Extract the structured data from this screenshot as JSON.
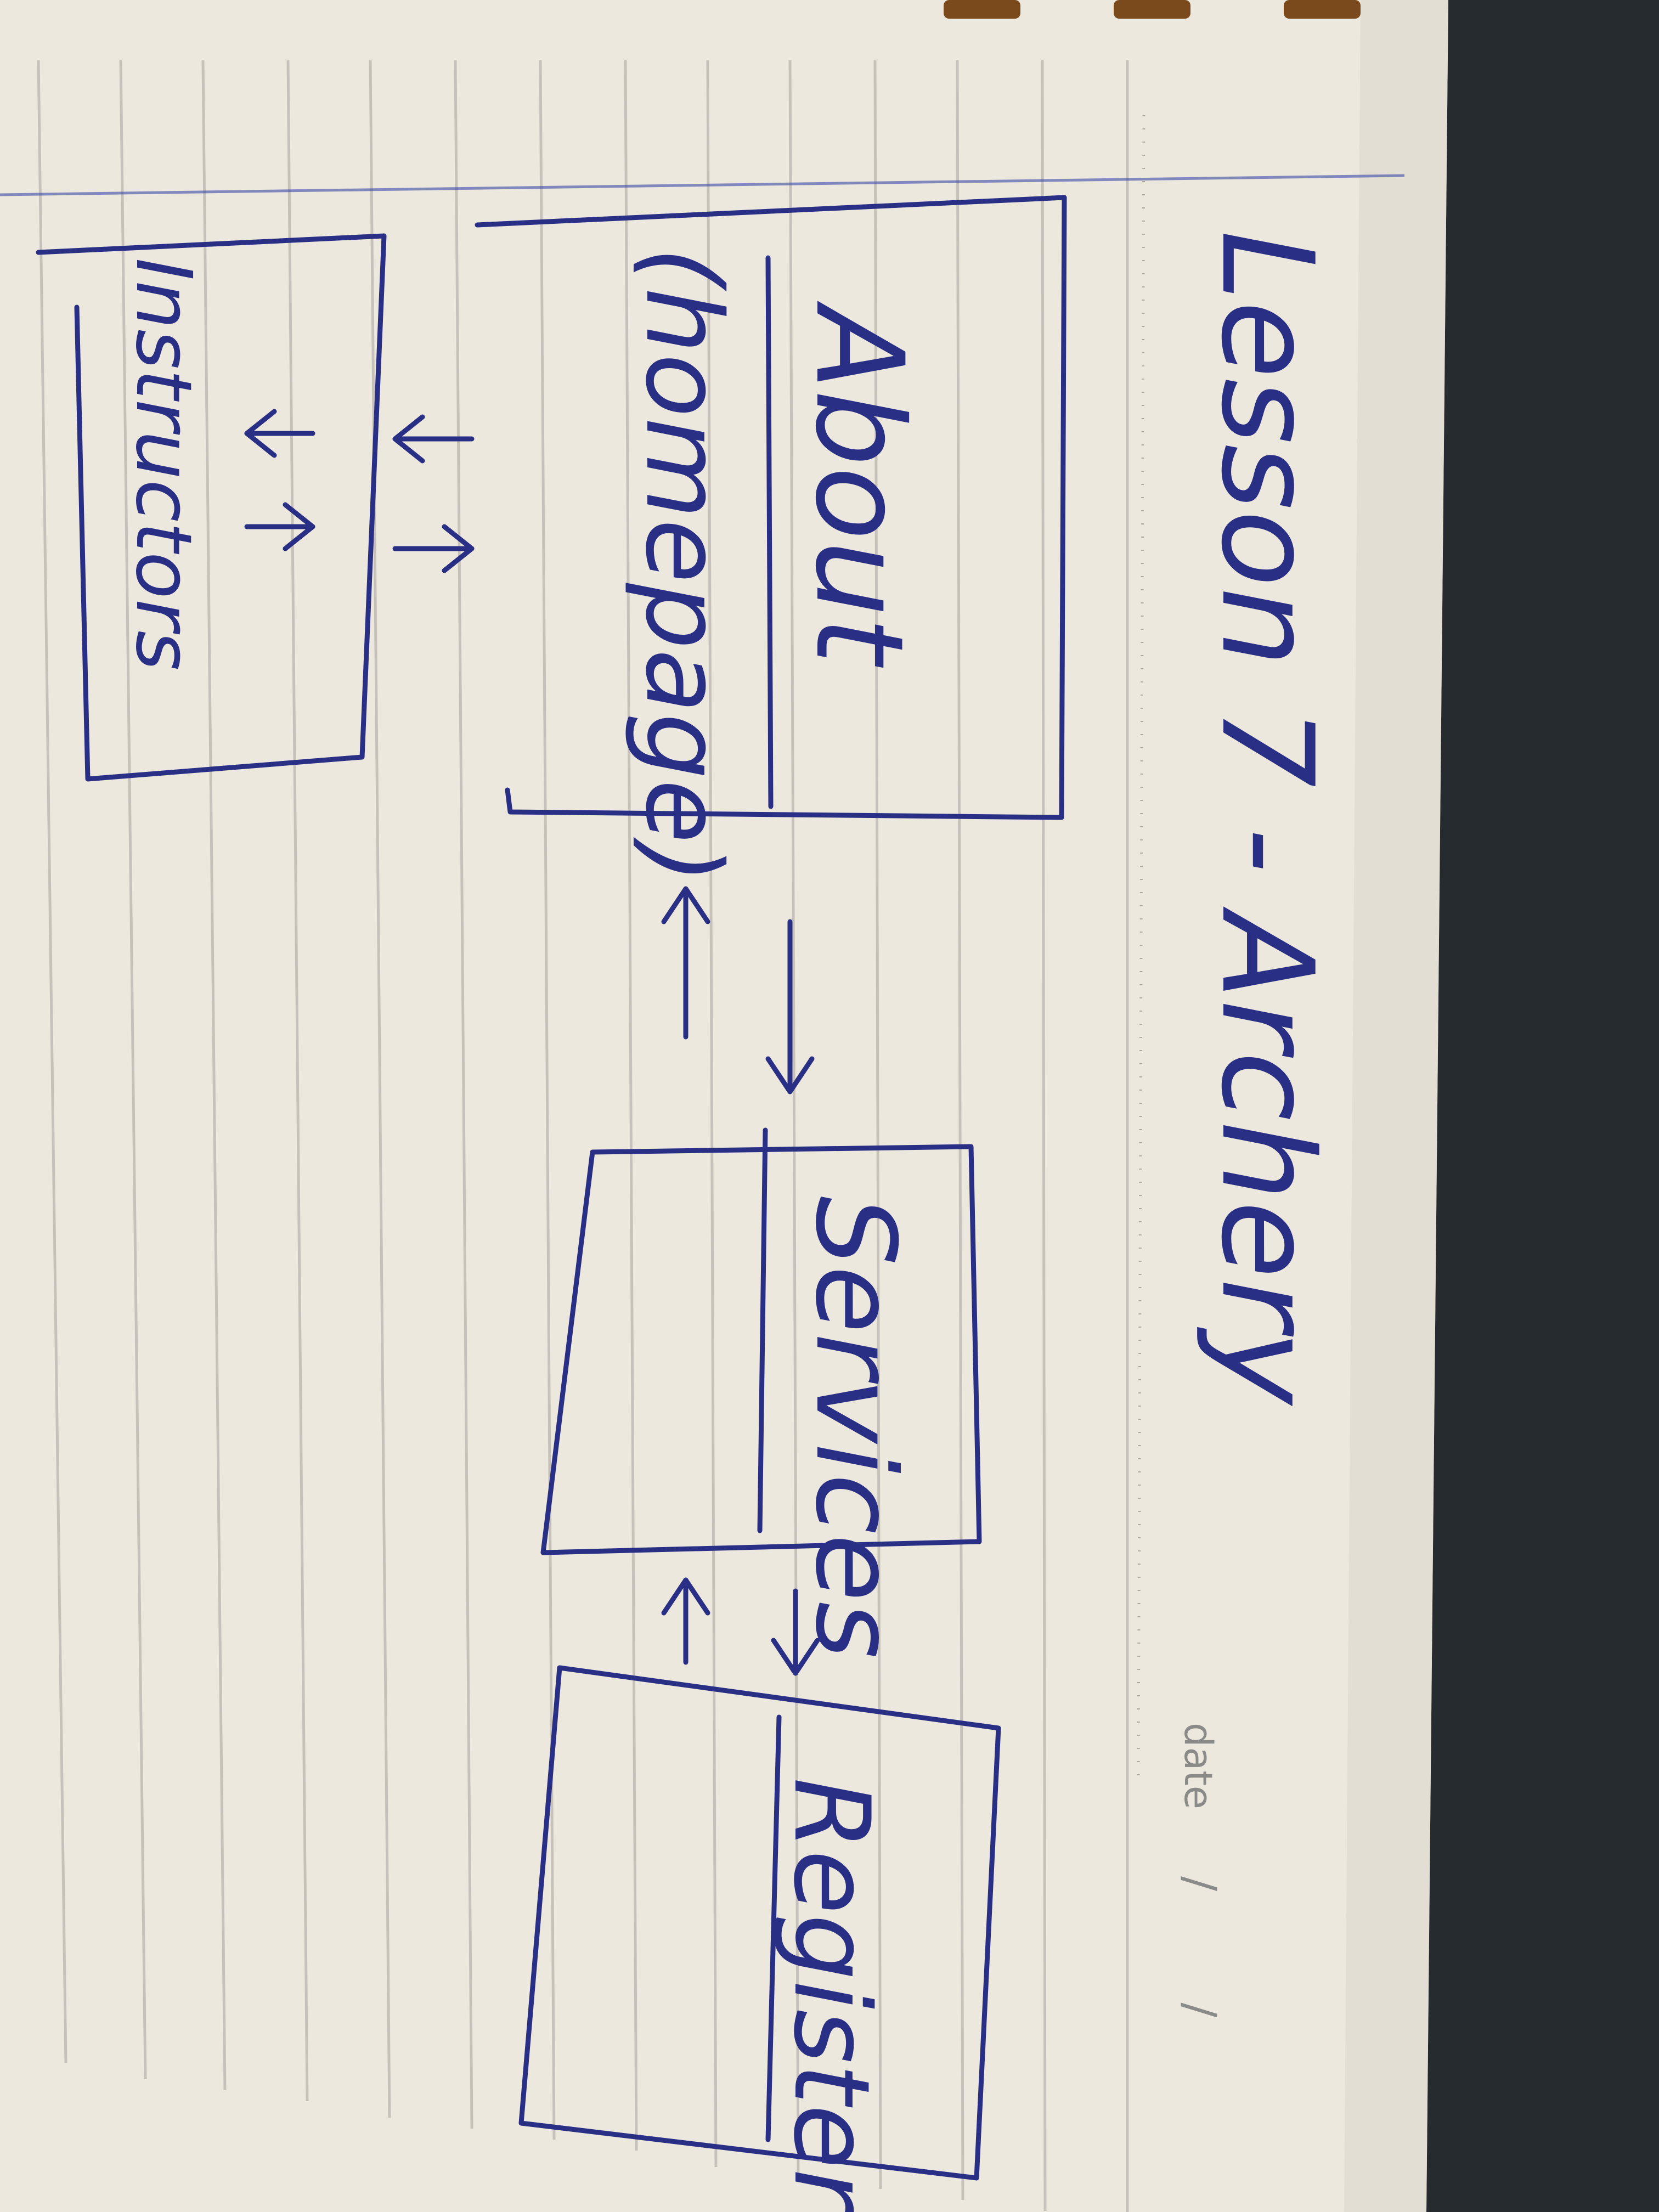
{
  "note": {
    "title": "Lesson 7 - Archery",
    "date_label": "date",
    "date_slashes": "/        /"
  },
  "boxes": [
    {
      "id": "about",
      "label_line1": "About",
      "label_line2": "(homepage)"
    },
    {
      "id": "instructors",
      "label": "Instructors"
    },
    {
      "id": "services",
      "label": "Services"
    },
    {
      "id": "register",
      "label": "Register"
    }
  ],
  "colors": {
    "ink": "#2a2f86",
    "paper": "#ede8de",
    "rule": "#b9b5ae",
    "background": "#1b1f22",
    "spiral": "#7a4a1c"
  }
}
